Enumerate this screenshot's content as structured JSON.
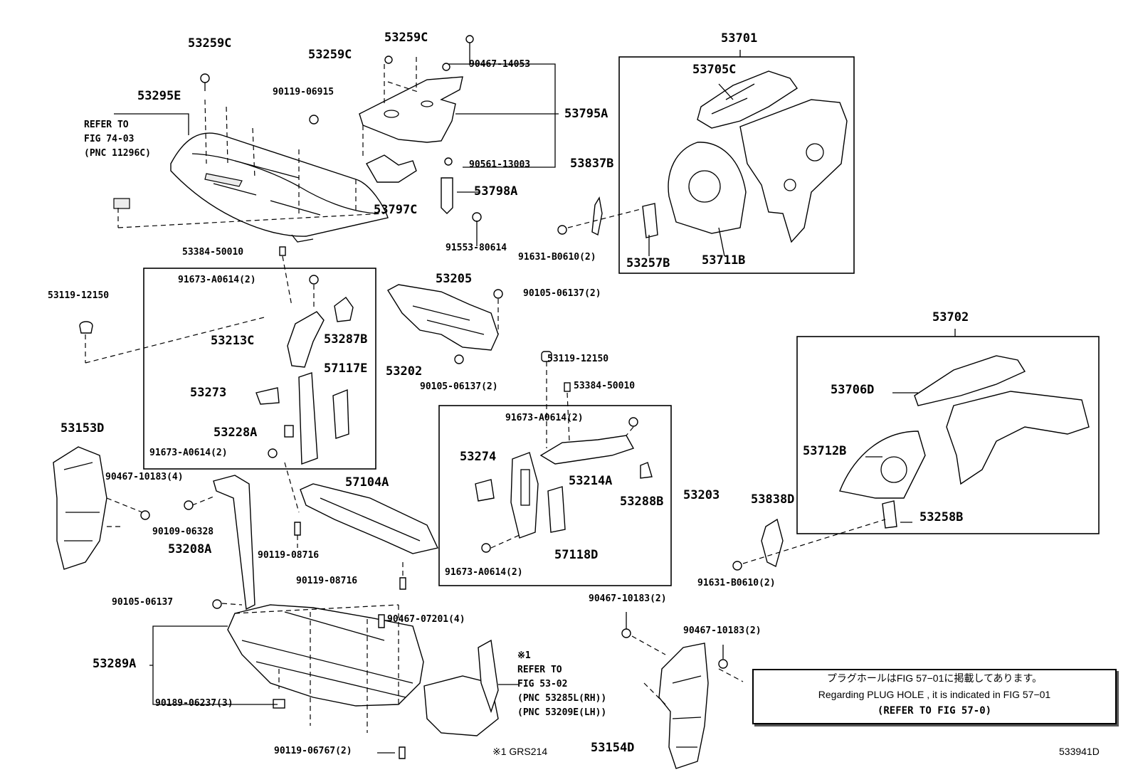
{
  "diagram": {
    "callouts": {
      "c53259c_a": "53259C",
      "c53259c_b": "53259C",
      "c53259c_c": "53259C",
      "c53295e": "53295E",
      "c90119_06915": "90119-06915",
      "c90467_14053": "90467-14053",
      "c53795a": "53795A",
      "c90561_13003": "90561-13003",
      "c53798a": "53798A",
      "c53797c": "53797C",
      "c91553_80614": "91553-80614",
      "c53701": "53701",
      "c53705c": "53705C",
      "c53837b": "53837B",
      "c91631_b0610_a": "91631-B0610(2)",
      "c53257b": "53257B",
      "c53711b": "53711B",
      "c53384_50010_a": "53384-50010",
      "c91673_a0614_a": "91673-A0614(2)",
      "c53119_12150_a": "53119-12150",
      "c53213c": "53213C",
      "c53287b": "53287B",
      "c57117e": "57117E",
      "c53202": "53202",
      "c53273": "53273",
      "c53228a": "53228A",
      "c91673_a0614_b": "91673-A0614(2)",
      "c53205": "53205",
      "c90105_06137_a": "90105-06137(2)",
      "c90105_06137_b": "90105-06137(2)",
      "c53119_12150_b": "53119-12150",
      "c53384_50010_b": "53384-50010",
      "c91673_a0614_c": "91673-A0614(2)",
      "c53274": "53274",
      "c53214a": "53214A",
      "c53288b": "53288B",
      "c53203": "53203",
      "c57118d": "57118D",
      "c91673_a0614_d": "91673-A0614(2)",
      "c53702": "53702",
      "c53706d": "53706D",
      "c53712b": "53712B",
      "c53838d": "53838D",
      "c53258b": "53258B",
      "c91631_b0610_b": "91631-B0610(2)",
      "c53153d": "53153D",
      "c90467_10183_a": "90467-10183(4)",
      "c90109_06328": "90109-06328",
      "c53208a": "53208A",
      "c57104a": "57104A",
      "c90119_08716_a": "90119-08716",
      "c90119_08716_b": "90119-08716",
      "c90105_06137_c": "90105-06137",
      "c90467_07201": "90467-07201(4)",
      "c53289a": "53289A",
      "c90189_06237": "90189-06237(3)",
      "c90119_06767": "90119-06767(2)",
      "c90467_10183_b": "90467-10183(2)",
      "c90467_10183_c": "90467-10183(2)",
      "c53154d": "53154D"
    },
    "refer_74": [
      "REFER TO",
      "FIG 74-03",
      "(PNC 11296C)"
    ],
    "refer_53": [
      "※1",
      "REFER TO",
      "FIG 53-02",
      "(PNC 53285L(RH))",
      "(PNC 53209E(LH))"
    ],
    "footnote": "※1 GRS214",
    "note": {
      "line1": "プラグホールはFIG 57−01に掲載してあります。",
      "line2": "Regarding PLUG HOLE , it is indicated in FIG 57−01",
      "line3": "(REFER TO FIG 57-0)"
    },
    "figure_id": "533941D"
  }
}
